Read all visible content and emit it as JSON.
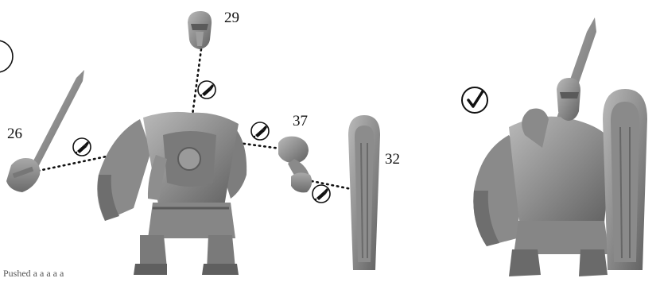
{
  "part_labels": {
    "head": "29",
    "sword": "26",
    "arm": "37",
    "shield": "32"
  },
  "footnote": "Pushed a   a   a   a   a",
  "colors": {
    "figure": "#8e8e8e",
    "figure_dark": "#5e5e5e",
    "figure_light": "#b4b4b4",
    "connector": "#111111",
    "glue_icon_ring": "#111111"
  },
  "icons": {
    "glue": "glue-bottle-icon",
    "assembled": "checkmark-circle-icon"
  }
}
